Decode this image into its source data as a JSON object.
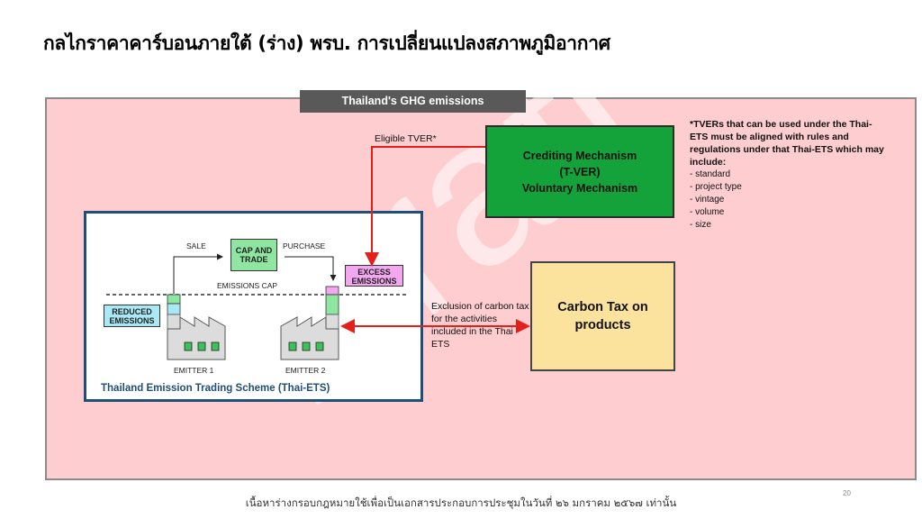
{
  "title": "กลไกราคาคาร์บอนภายใต้ (ร่าง) พรบ. การเปลี่ยนแปลงสภาพภูมิอากาศ",
  "panel_label": "Thailand's GHG emissions",
  "watermark": "Draft",
  "crediting": {
    "line1": "Crediting Mechanism",
    "line2": "(T-VER)",
    "line3": "Voluntary Mechanism"
  },
  "carbon_tax": {
    "line1": "Carbon Tax on",
    "line2": "products"
  },
  "eligible_label": "Eligible TVER*",
  "exclusion_label": "Exclusion of carbon tax for the activities included in the Thai ETS",
  "note": {
    "heading": "*TVERs that can be used under the Thai-ETS must be aligned with rules and regulations under that Thai-ETS which may include:",
    "items": [
      "- standard",
      "- project type",
      "- vintage",
      "- volume",
      "- size"
    ]
  },
  "ets": {
    "title": "Thailand Emission Trading Scheme (Thai-ETS)",
    "sale": "SALE",
    "purchase": "PURCHASE",
    "cap_trade_1": "CAP AND",
    "cap_trade_2": "TRADE",
    "excess_1": "EXCESS",
    "excess_2": "EMISSIONS",
    "reduced_1": "REDUCED",
    "reduced_2": "EMISSIONS",
    "emissions_cap": "EMISSIONS CAP",
    "emitter1": "EMITTER 1",
    "emitter2": "EMITTER 2"
  },
  "footer": "เนื้อหาร่างกรอบกฎหมายใช้เพื่อเป็นเอกสารประกอบการประชุมในวันที่ ๒๖ มกราคม ๒๕๖๗ เท่านั้น",
  "page_number": "20",
  "colors": {
    "panel_bg": "#fdcdd0",
    "crediting_bg": "#14a33a",
    "tax_bg": "#fbe29d",
    "arrow_red": "#e3201b",
    "ets_border": "#1f4e79"
  }
}
